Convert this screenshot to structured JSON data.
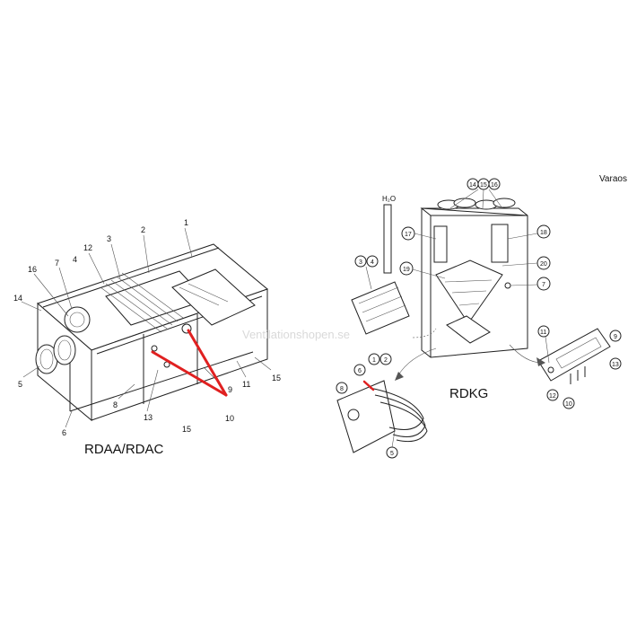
{
  "header_fragment": "Varaos",
  "left_unit": {
    "caption": "RDAA/RDAC",
    "callouts": [
      "1",
      "2",
      "3",
      "4",
      "5",
      "6",
      "7",
      "8",
      "9",
      "10",
      "11",
      "12",
      "13",
      "14",
      "15",
      "15",
      "16"
    ]
  },
  "right_unit": {
    "caption": "RDKG",
    "water_label": "H₂O",
    "callouts": [
      "1",
      "2",
      "3",
      "4",
      "5",
      "6",
      "7",
      "8",
      "9",
      "10",
      "11",
      "12",
      "13",
      "14",
      "15",
      "16",
      "17",
      "18",
      "19",
      "20"
    ]
  },
  "watermark": "Ventilationshopen.se",
  "colors": {
    "highlight": "#e02020",
    "line": "#222222"
  }
}
